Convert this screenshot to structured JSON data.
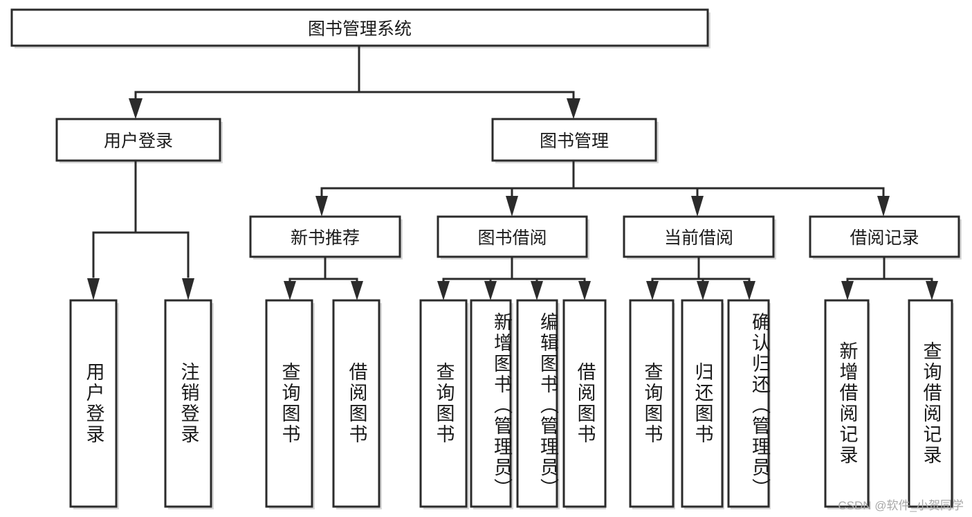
{
  "diagram": {
    "title": "图书管理系统",
    "type": "tree",
    "watermark": "CSDN @软件_小贺同学",
    "nodes": {
      "root": {
        "label": "图书管理系统",
        "orientation": "horizontal"
      },
      "l2": [
        {
          "id": "user-login",
          "label": "用户登录",
          "orientation": "horizontal"
        },
        {
          "id": "book-manage",
          "label": "图书管理",
          "orientation": "horizontal"
        }
      ],
      "l3": [
        {
          "id": "new-book-rec",
          "label": "新书推荐",
          "orientation": "horizontal"
        },
        {
          "id": "book-borrow",
          "label": "图书借阅",
          "orientation": "horizontal"
        },
        {
          "id": "current-borrow",
          "label": "当前借阅",
          "orientation": "horizontal"
        },
        {
          "id": "borrow-record",
          "label": "借阅记录",
          "orientation": "horizontal"
        }
      ],
      "leaves": [
        {
          "id": "leaf-user-login",
          "label": "用户登录",
          "parent": "user-login",
          "orientation": "vertical"
        },
        {
          "id": "leaf-user-logout",
          "label": "注销登录",
          "parent": "user-login",
          "orientation": "vertical"
        },
        {
          "id": "leaf-query-book-1",
          "label": "查询图书",
          "parent": "new-book-rec",
          "orientation": "vertical"
        },
        {
          "id": "leaf-borrow-book-1",
          "label": "借阅图书",
          "parent": "new-book-rec",
          "orientation": "vertical"
        },
        {
          "id": "leaf-query-book-2",
          "label": "查询图书",
          "parent": "book-borrow",
          "orientation": "vertical"
        },
        {
          "id": "leaf-add-book",
          "label": "新增图书（管理员）",
          "parent": "book-borrow",
          "orientation": "vertical"
        },
        {
          "id": "leaf-edit-book",
          "label": "编辑图书（管理员）",
          "parent": "book-borrow",
          "orientation": "vertical"
        },
        {
          "id": "leaf-borrow-book-2",
          "label": "借阅图书",
          "parent": "book-borrow",
          "orientation": "vertical"
        },
        {
          "id": "leaf-query-book-3",
          "label": "查询图书",
          "parent": "current-borrow",
          "orientation": "vertical"
        },
        {
          "id": "leaf-return-book",
          "label": "归还图书",
          "parent": "current-borrow",
          "orientation": "vertical"
        },
        {
          "id": "leaf-confirm-return",
          "label": "确认归还（管理员）",
          "parent": "current-borrow",
          "orientation": "vertical"
        },
        {
          "id": "leaf-add-record",
          "label": "新增借阅记录",
          "parent": "borrow-record",
          "orientation": "vertical"
        },
        {
          "id": "leaf-query-record",
          "label": "查询借阅记录",
          "parent": "borrow-record",
          "orientation": "vertical"
        }
      ]
    },
    "colors": {
      "stroke": "#2b2b2b",
      "fill": "#ffffff",
      "text": "#1a1a1a",
      "watermark": "#a8a8a8"
    }
  }
}
